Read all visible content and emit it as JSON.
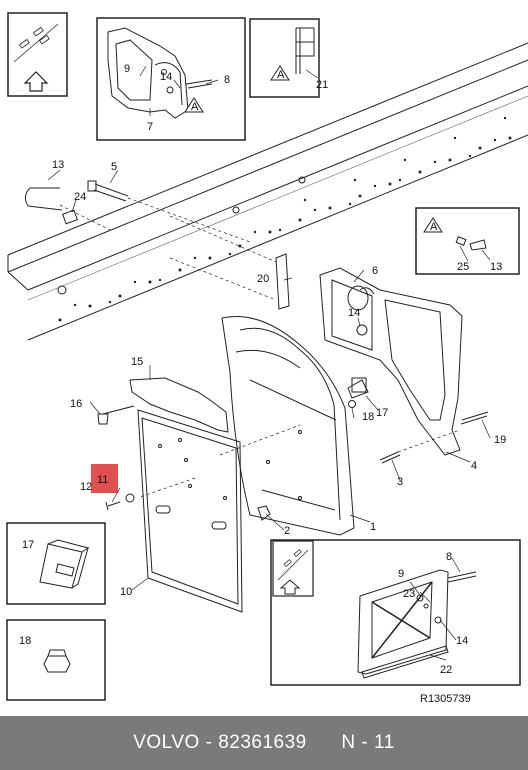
{
  "parts": {
    "p1": "1",
    "p2": "2",
    "p3": "3",
    "p4": "4",
    "p5": "5",
    "p6": "6",
    "p7": "7",
    "p8": "8",
    "p9": "9",
    "p10": "10",
    "p11": "11",
    "p12": "12",
    "p13": "13",
    "p14": "14",
    "p15": "15",
    "p16": "16",
    "p17": "17",
    "p18": "18",
    "p19": "19",
    "p20": "20",
    "p21": "21",
    "p22": "22",
    "p23": "23",
    "p24": "24",
    "p25": "25"
  },
  "callout_letter": "A",
  "highlight_color": "#e05050",
  "drawing_ref": "R1305739",
  "footer": {
    "brand": "VOLVO",
    "separator": " - ",
    "part_number": "82361639",
    "position": "N - 11"
  },
  "icons": [
    "chassis-orientation-icon",
    "up-arrow-icon"
  ]
}
